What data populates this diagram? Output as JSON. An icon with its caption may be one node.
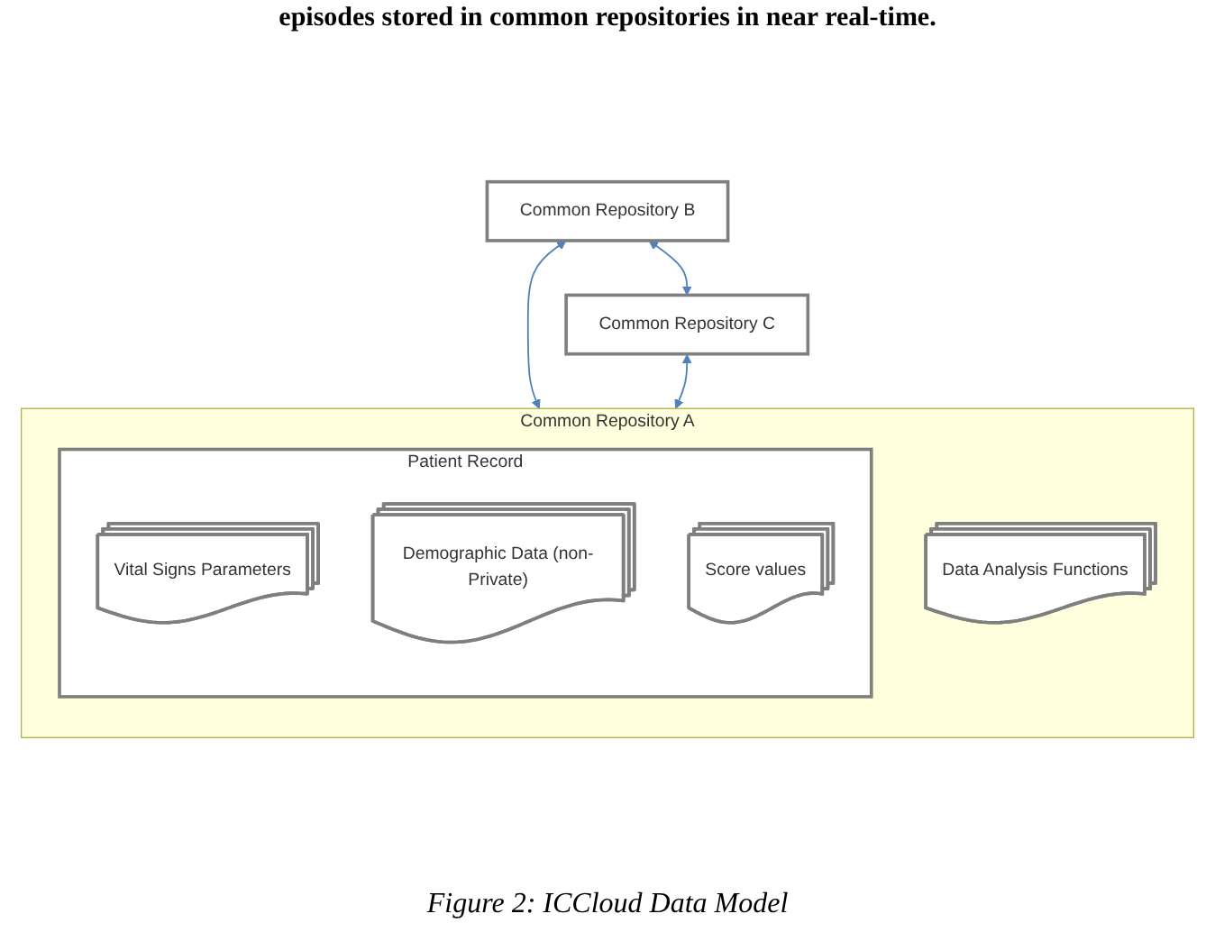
{
  "diagram": {
    "caption": "Figure 2: ICCloud Data Model",
    "nodes": [
      {
        "text": [
          "Common Repository B"
        ]
      },
      {
        "text": [
          "Common Repository C"
        ]
      },
      {
        "text": [
          "Common Repository A"
        ]
      },
      {
        "text": [
          "Data Analysis Functions"
        ],
        "in": 2
      },
      {
        "text": [
          "Patient Record"
        ],
        "in": 2
      },
      {
        "text": [
          "Vital Signs Parameters"
        ],
        "in": 4
      },
      {
        "text": [
          "Demographic Data (non-Private)"
        ],
        "in": 4
      },
      {
        "text": [
          "Score values"
        ],
        "in": 4
      }
    ],
    "edges": [
      {
        "from": 0,
        "to": 1,
        "arrow": "both"
      },
      {
        "from": 0,
        "to": 2,
        "arrow": "both"
      },
      {
        "from": 1,
        "to": 2,
        "arrow": "both"
      }
    ],
    "labels": [
      "episodes stored in common repositories in near real-time."
    ]
  }
}
